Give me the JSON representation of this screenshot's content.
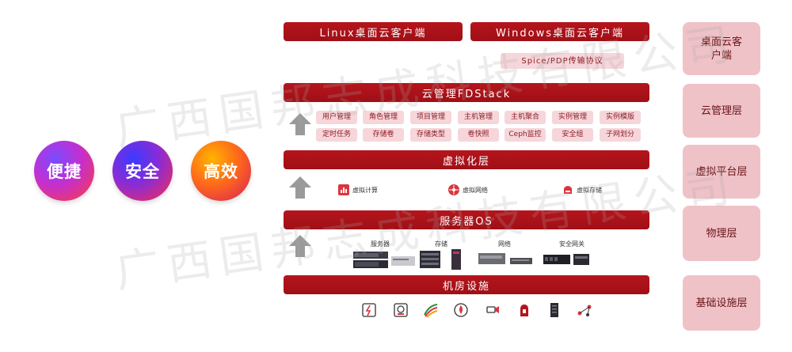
{
  "values": {
    "convenient": "便捷",
    "secure": "安全",
    "efficient": "高效"
  },
  "clients": {
    "linux": "Linux桌面云客户端",
    "windows": "Windows桌面云客户端",
    "protocol": "Spice/PDP传输协议"
  },
  "cloud_mgmt": {
    "title": "云管理FDStack",
    "row1": [
      "用户管理",
      "角色管理",
      "项目管理",
      "主机管理",
      "主机聚合",
      "实例管理",
      "实例模版"
    ],
    "row2": [
      "定时任务",
      "存储卷",
      "存储类型",
      "卷快照",
      "Ceph监控",
      "安全组",
      "子网划分"
    ]
  },
  "virtualization": {
    "title": "虚拟化层",
    "items": [
      "虚拟计算",
      "虚拟网络",
      "虚拟存储"
    ]
  },
  "server_os": {
    "title": "服务器OS",
    "hardware": [
      "服务器",
      "存储",
      "网络",
      "安全网关"
    ]
  },
  "facility": {
    "title": "机房设施"
  },
  "layers": {
    "desktop": "桌面云客户端",
    "cloud": "云管理层",
    "virtual": "虚拟平台层",
    "physical": "物理层",
    "infra": "基础设施层"
  },
  "watermark": "广西国邦志成科技有限公司",
  "colors": {
    "primary_red": "#a8121a",
    "tag_pink": "#f6d6da",
    "layer_pink": "#efc2c7"
  }
}
